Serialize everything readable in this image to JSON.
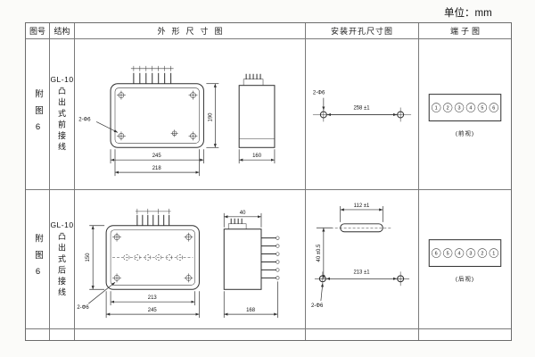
{
  "page": {
    "unit_label": "单位：mm"
  },
  "table": {
    "headers": {
      "fig_no": "图号",
      "structure": "结构",
      "outline": "外形尺寸图",
      "mounting": "安装开孔尺寸图",
      "terminal": "端子图"
    },
    "rows": [
      {
        "fig_no": "附图6",
        "model": "GL-10",
        "desc": "凸出式前接线",
        "outline": {
          "hole_label": "2-Φ6",
          "dim_width_outer": "245",
          "dim_width_inner": "218",
          "dim_height": "190",
          "dim_side_depth": "160"
        },
        "mounting": {
          "hole_label": "2-Φ6",
          "dim_span": "258 ±1"
        },
        "terminal": {
          "numbers": [
            "1",
            "2",
            "3",
            "4",
            "5",
            "6"
          ],
          "view_label": "(前视)"
        }
      },
      {
        "fig_no": "附图6",
        "model": "GL-10",
        "desc": "凸出式后接线",
        "outline": {
          "hole_label": "2-Φ6",
          "dim_width_inner": "213",
          "dim_width_outer": "245",
          "dim_height": "150",
          "dim_side_top": "40",
          "dim_side_depth": "168"
        },
        "mounting": {
          "slot_span": "112 ±1",
          "vert_span": "40 ±0.5",
          "dim_span": "213 ±1",
          "hole_label": "2-Φ6"
        },
        "terminal": {
          "numbers": [
            "6",
            "5",
            "4",
            "3",
            "2",
            "1"
          ],
          "view_label": "(后视)"
        }
      }
    ]
  }
}
